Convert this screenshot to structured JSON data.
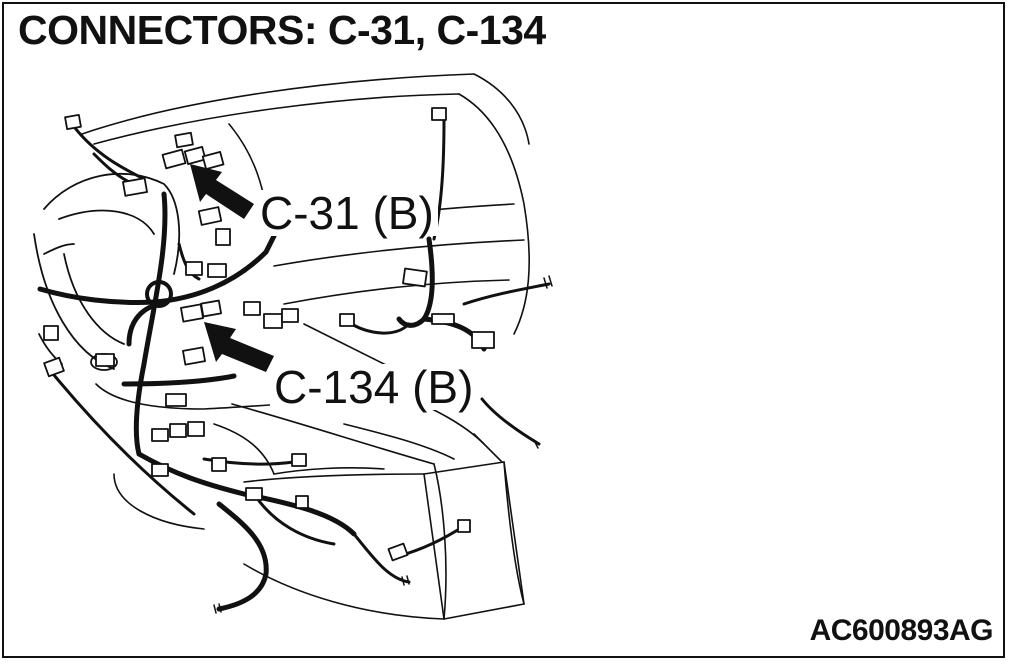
{
  "title": "CONNECTORS: C-31, C-134",
  "callouts": {
    "c31": "C-31 (B)",
    "c134": "C-134 (B)"
  },
  "figure_id": "AC600893AG",
  "colors": {
    "ink": "#111111",
    "paper": "#ffffff"
  }
}
